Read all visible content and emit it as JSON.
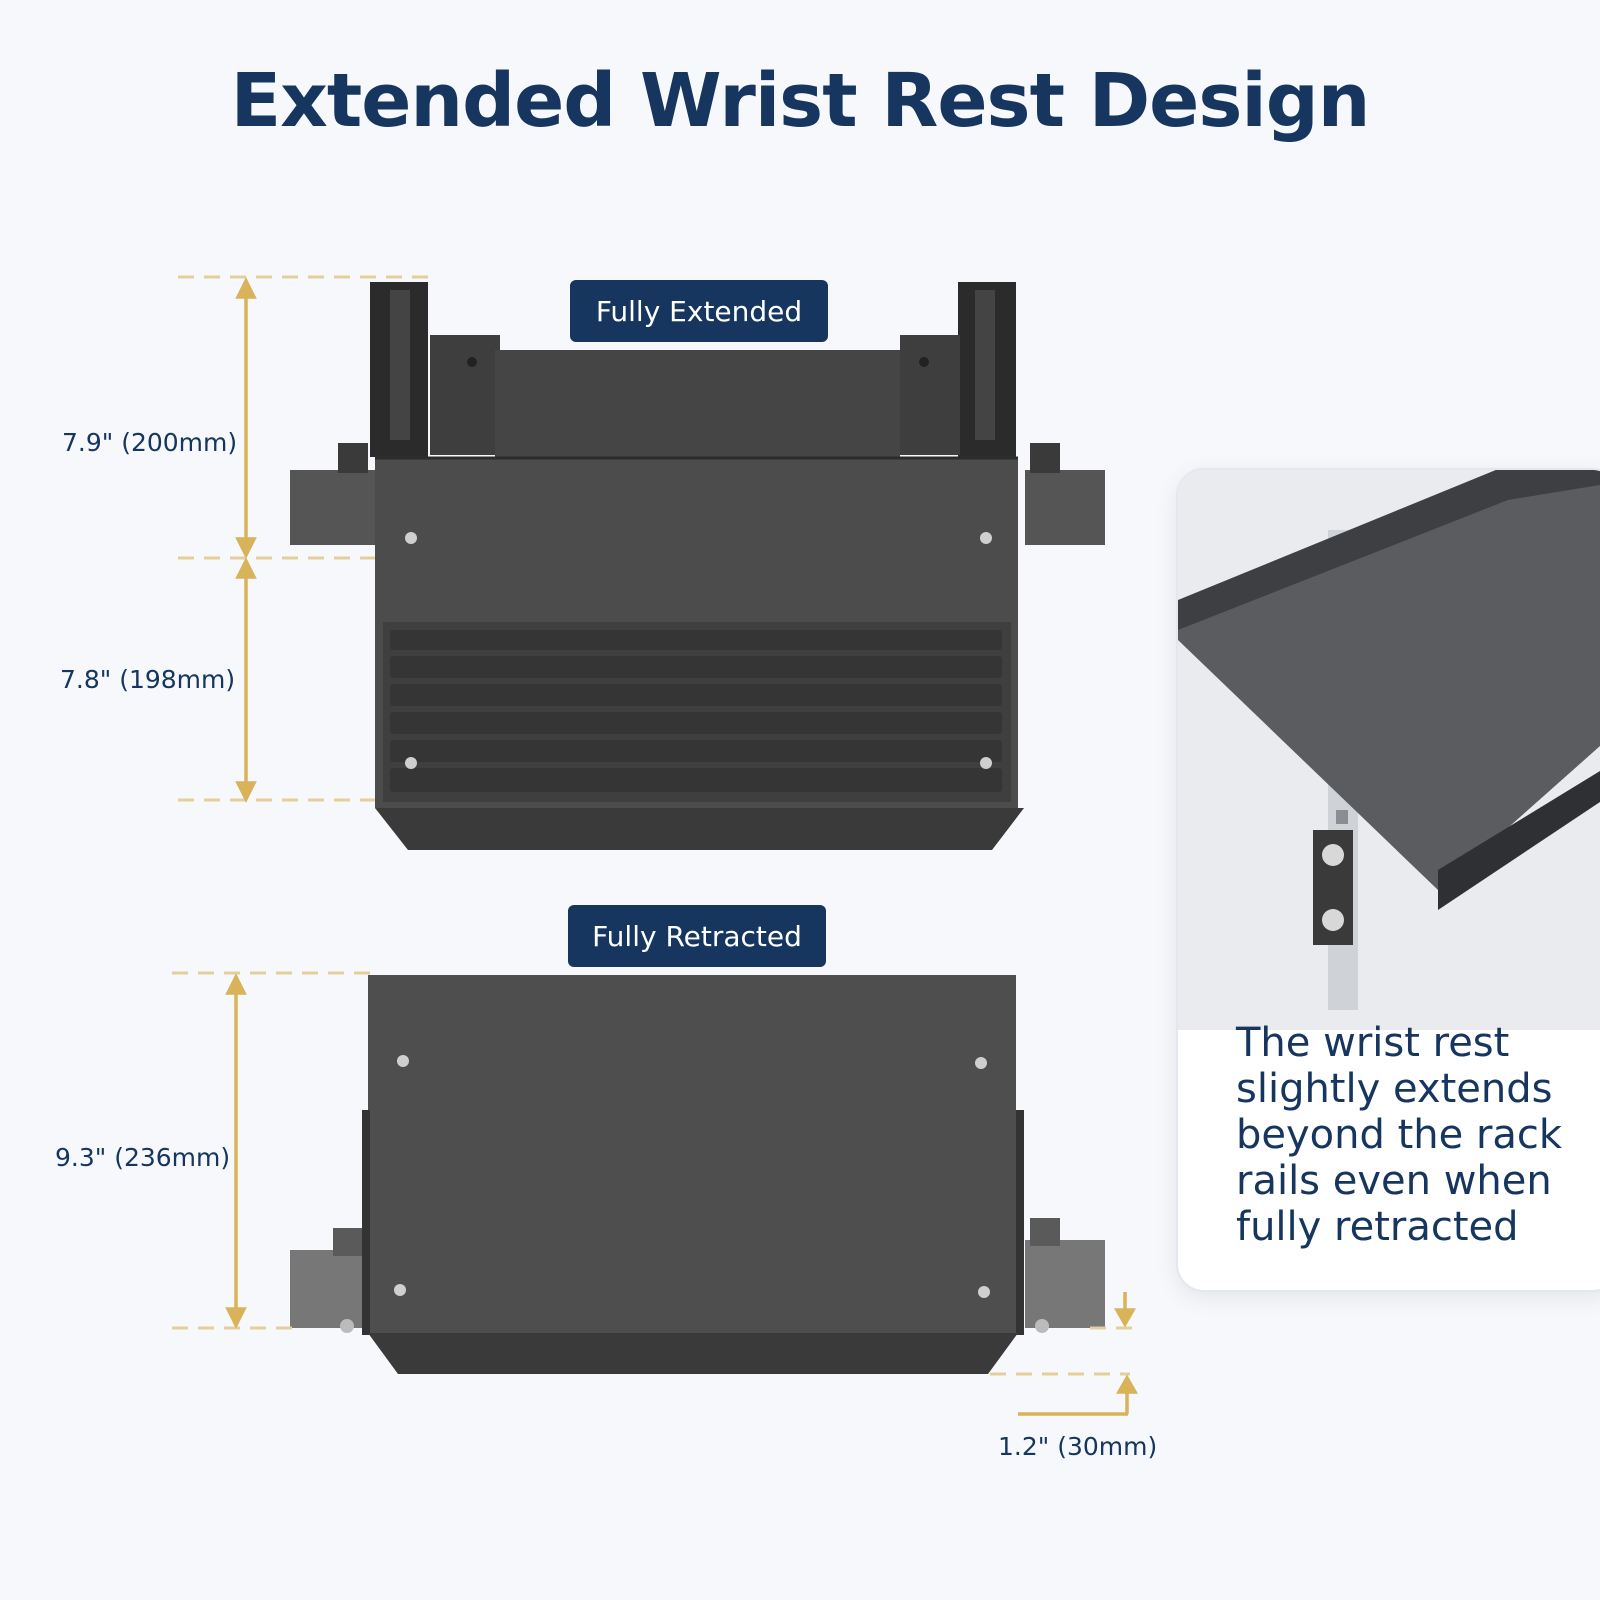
{
  "title": "Extended Wrist Rest Design",
  "badges": {
    "extended": "Fully Extended",
    "retracted": "Fully Retracted"
  },
  "dimensions": {
    "top_section": "7.9\" (200mm)",
    "keyboard_section": "7.8\" (198mm)",
    "retracted_depth": "9.3\" (236mm)",
    "wrist_rest_overhang": "1.2\" (30mm)"
  },
  "callout": {
    "text": "The wrist rest slightly extends beyond the rack rails even when fully retracted"
  },
  "colors": {
    "title": "#163660",
    "badge_bg": "#163660",
    "dimension_line": "#d9b35a",
    "tray": "#4a4a4a",
    "background": "#f6f8fb"
  }
}
